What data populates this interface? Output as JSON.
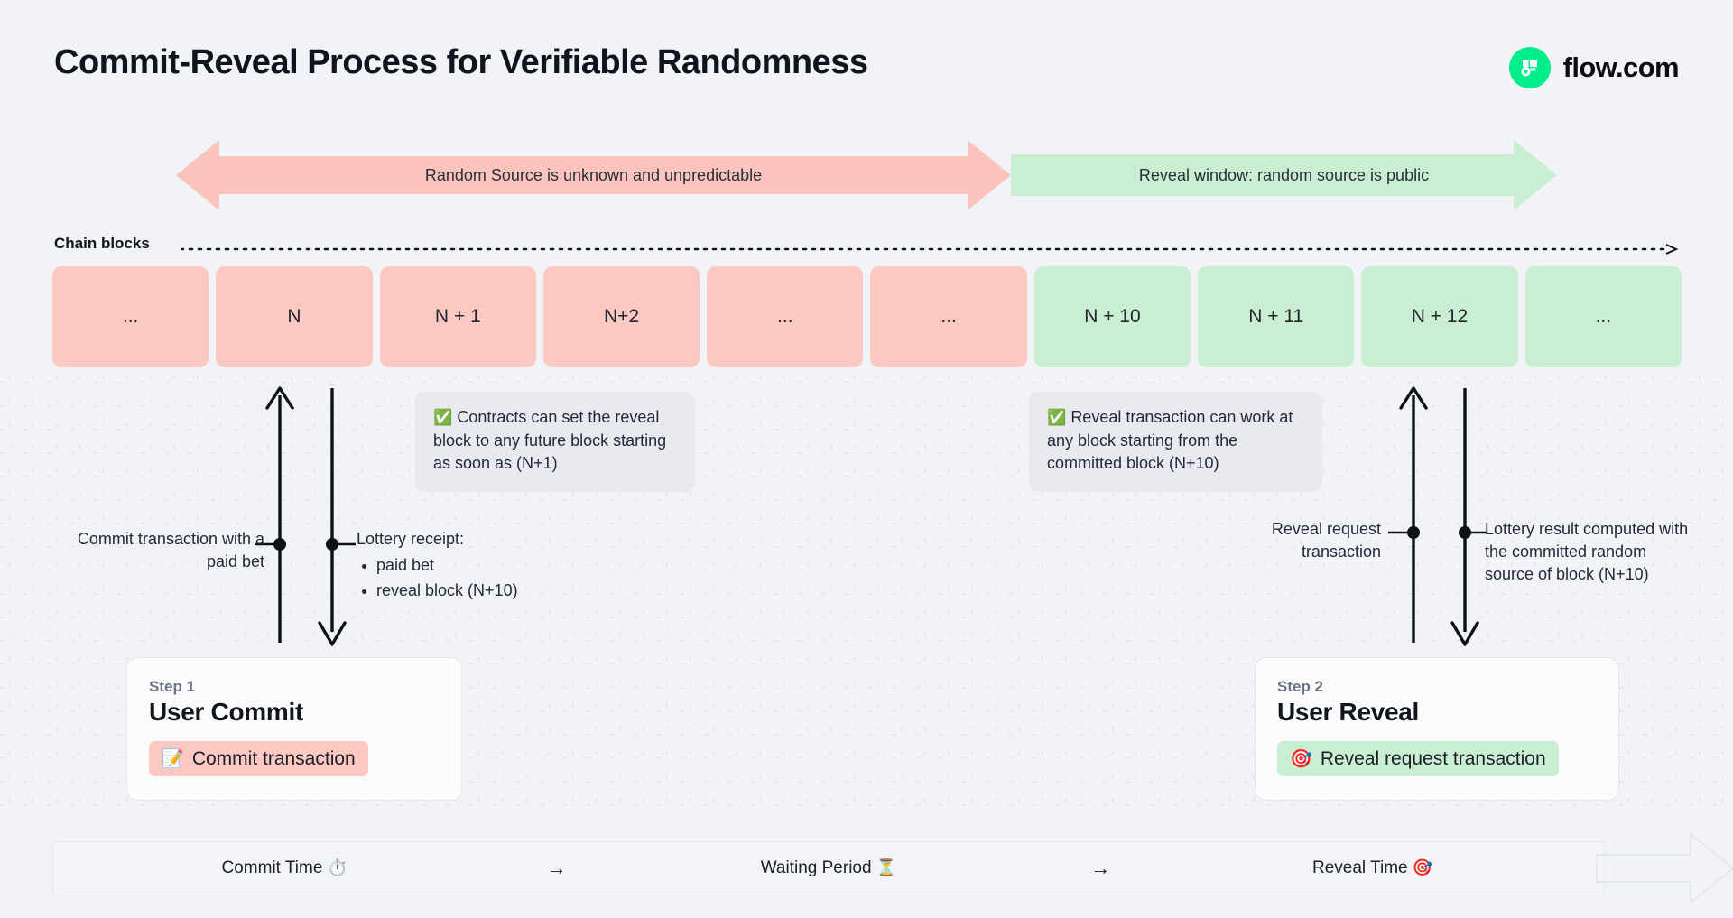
{
  "header": {
    "title": "Commit-Reveal Process for Verifiable Randomness",
    "brand_name": "flow.com",
    "brand_icon": "flow-logo-icon",
    "brand_color": "#00ef8b"
  },
  "banners": [
    {
      "id": "unknown-window",
      "label": "Random Source is unknown and unpredictable",
      "color": "#fcc9c2",
      "direction": "double"
    },
    {
      "id": "reveal-window",
      "label": "Reveal window: random source is public",
      "color": "#c9eed1",
      "direction": "right"
    }
  ],
  "chain": {
    "label": "Chain blocks",
    "blocks": [
      {
        "label": "...",
        "tone": "pink"
      },
      {
        "label": "N",
        "tone": "pink"
      },
      {
        "label": "N + 1",
        "tone": "pink"
      },
      {
        "label": "N+2",
        "tone": "pink"
      },
      {
        "label": "...",
        "tone": "pink"
      },
      {
        "label": "...",
        "tone": "pink"
      },
      {
        "label": "N + 10",
        "tone": "green"
      },
      {
        "label": "N + 11",
        "tone": "green"
      },
      {
        "label": "N + 12",
        "tone": "green"
      },
      {
        "label": "...",
        "tone": "green"
      }
    ],
    "pink_color": "#fcc9c2",
    "green_color": "#c9eed1"
  },
  "notes": {
    "commit": {
      "icon": "check-mark-button-emoji",
      "emoji": "✅",
      "text": "Contracts can set the reveal block to any future block starting as soon as (N+1)"
    },
    "reveal": {
      "icon": "check-mark-button-emoji",
      "emoji": "✅",
      "text": "Reveal transaction can work at any block starting from the committed block (N+10)"
    }
  },
  "annotations": {
    "commit_tx": "Commit transaction with a paid bet",
    "receipt_title": "Lottery receipt:",
    "receipt_items": [
      "paid bet",
      "reveal block (N+10)"
    ],
    "reveal_request": "Reveal request transaction",
    "lottery_result": "Lottery result computed with the committed random source of block (N+10)"
  },
  "steps": [
    {
      "kicker": "Step 1",
      "title": "User Commit",
      "chip_label": "Commit transaction",
      "chip_emoji": "📝",
      "chip_icon": "memo-emoji",
      "chip_color": "#fcc9c2"
    },
    {
      "kicker": "Step 2",
      "title": "User Reveal",
      "chip_label": "Reveal request transaction",
      "chip_emoji": "🎯",
      "chip_icon": "direct-hit-emoji",
      "chip_color": "#c9eed1"
    }
  ],
  "timeline": {
    "segments": [
      {
        "label": "Commit Time",
        "emoji": "⏱️",
        "icon": "stopwatch-emoji"
      },
      {
        "label": "Waiting Period",
        "emoji": "⏳",
        "icon": "hourglass-emoji"
      },
      {
        "label": "Reveal Time",
        "emoji": "🎯",
        "icon": "direct-hit-emoji"
      }
    ],
    "separator": "→"
  }
}
